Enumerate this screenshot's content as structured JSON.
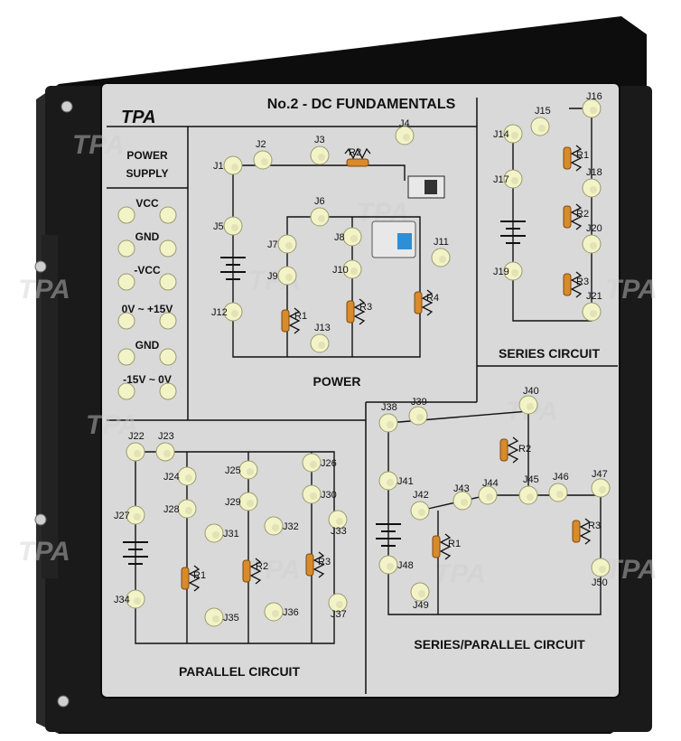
{
  "title": "No.2 - DC FUNDAMENTALS",
  "brand": "TPA",
  "watermark": "TPA",
  "colors": {
    "panel": "#d9d9d9",
    "frame": "#141414",
    "jack": "#f3f3c8",
    "resistor": "#d98a2a",
    "switch": "#2f8fd6"
  },
  "power_supply": {
    "title_line1": "POWER",
    "title_line2": "SUPPLY",
    "rails": [
      "VCC",
      "GND",
      "-VCC",
      "0V ~ +15V",
      "GND",
      "-15V ~ 0V"
    ]
  },
  "sections": {
    "power": "POWER",
    "series": "SERIES CIRCUIT",
    "parallel": "PARALLEL CIRCUIT",
    "series_parallel": "SERIES/PARALLEL CIRCUIT"
  },
  "resistors": {
    "r1": "R1",
    "r2": "R2",
    "r3": "R3",
    "r4": "R4"
  },
  "jacks": [
    "J1",
    "J2",
    "J3",
    "J4",
    "J5",
    "J6",
    "J7",
    "J8",
    "J9",
    "J10",
    "J11",
    "J12",
    "J13",
    "J14",
    "J15",
    "J16",
    "J17",
    "J18",
    "J19",
    "J20",
    "J21",
    "J22",
    "J23",
    "J24",
    "J25",
    "J26",
    "J27",
    "J28",
    "J29",
    "J30",
    "J31",
    "J32",
    "J33",
    "J34",
    "J35",
    "J36",
    "J37",
    "J38",
    "J39",
    "J40",
    "J41",
    "J42",
    "J43",
    "J44",
    "J45",
    "J46",
    "J47",
    "J48",
    "J49",
    "J50"
  ]
}
